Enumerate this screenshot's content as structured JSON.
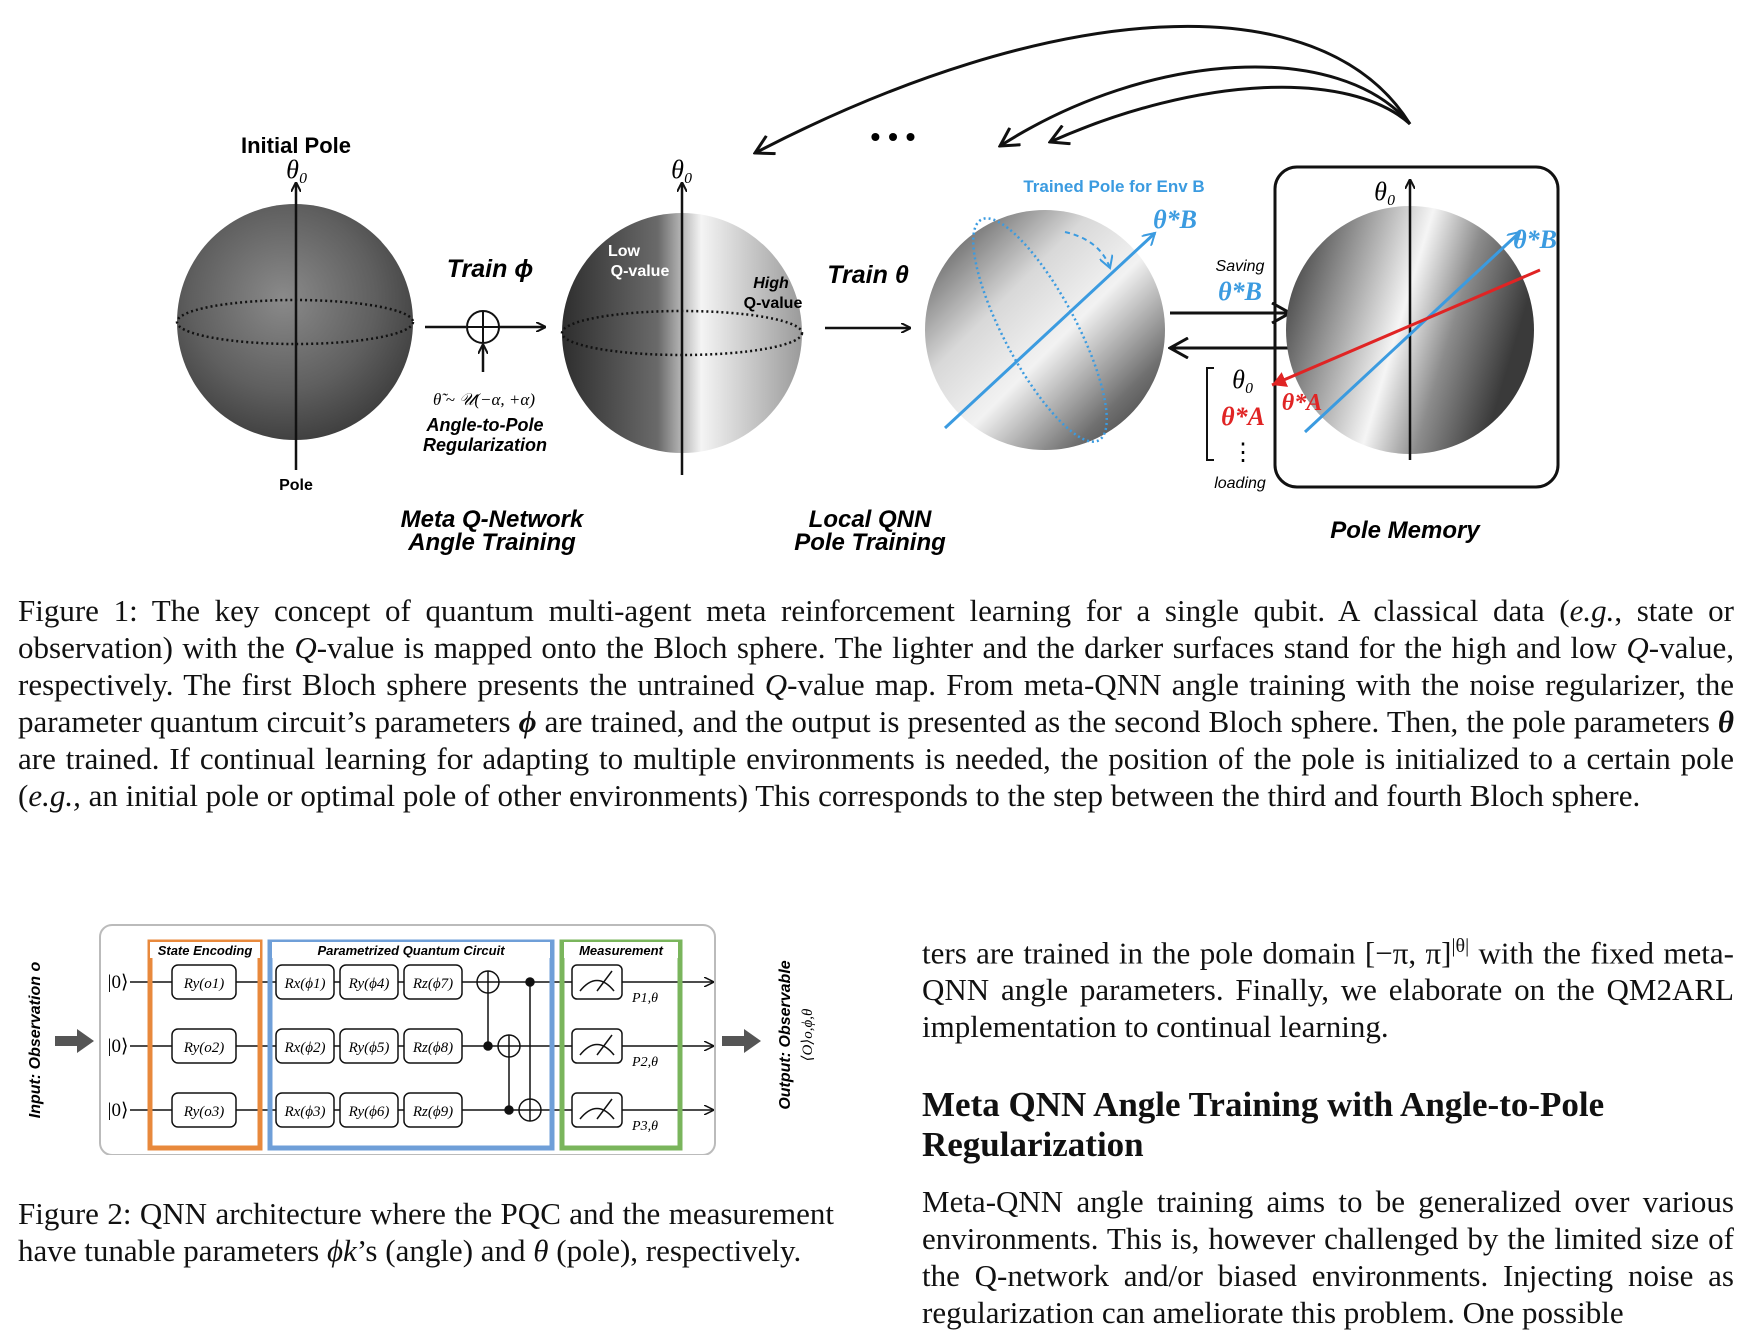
{
  "figure1": {
    "initial_pole": "Initial Pole",
    "theta0": "θ₀",
    "pole": "Pole",
    "train_phi": "Train ϕ",
    "noise_dist": "θ̃ ~ 𝒰(−α, +α)",
    "angle_to_pole_1": "Angle-to-Pole",
    "angle_to_pole_2": "Regularization",
    "low_q_1": "Low",
    "low_q_2": "Q-value",
    "high_q_1": "High",
    "high_q_2": "Q-value",
    "train_theta": "Train θ",
    "trained_pole_env_b": "Trained Pole for Env B",
    "theta_b_star": "θ*B",
    "saving": "Saving",
    "theta_a_star": "θ*A",
    "loading": "loading",
    "vdots": "⋮",
    "ellipsis": "• • •",
    "label_meta_1": "Meta Q-Network",
    "label_meta_2": "Angle Training",
    "label_local_1": "Local QNN",
    "label_local_2": "Pole Training",
    "label_memory": "Pole Memory",
    "colors": {
      "blue": "#3b9be0",
      "red": "#e02424",
      "black": "#111111"
    }
  },
  "caption1": {
    "prefix": "Figure 1: The key concept of quantum multi-agent meta reinforcement learning for a single qubit. A classical data (",
    "eg1": "e.g.",
    "part2": ", state or observation) with the ",
    "q1": "Q",
    "part3": "-value is mapped onto the Bloch sphere. The lighter and the darker surfaces stand for the high and low ",
    "q2": "Q",
    "part4": "-value, respectively. The first Bloch sphere presents the untrained ",
    "q3": "Q",
    "part5": "-value map. From meta-QNN angle training with the noise regularizer, the parameter quantum circuit’s parameters ",
    "phi": "ϕ",
    "part6": " are trained, and the output is presented as the second Bloch sphere. Then, the pole parameters ",
    "theta": "θ",
    "part7": " are trained. If continual learning for adapting to multiple environments is needed, the position of the pole is initialized to a certain pole (",
    "eg2": "e.g.,",
    "part8": " an initial pole or optimal pole of other environments) This corresponds to the step between the third and fourth Bloch sphere."
  },
  "figure2": {
    "input_label": "Input: Observation o",
    "output_label_1": "Output: Observable",
    "output_label_2": "⟨O⟩o,ϕ,θ",
    "state_encoding": "State Encoding",
    "pqc": "Parametrized Quantum Circuit",
    "measurement": "Measurement",
    "ket": "|0⟩",
    "ry_gates": [
      "Ry(o1)",
      "Ry(o2)",
      "Ry(o3)"
    ],
    "pqc_gates": [
      [
        "Rx(ϕ1)",
        "Ry(ϕ4)",
        "Rz(ϕ7)"
      ],
      [
        "Rx(ϕ2)",
        "Ry(ϕ5)",
        "Rz(ϕ8)"
      ],
      [
        "Rx(ϕ3)",
        "Ry(ϕ6)",
        "Rz(ϕ9)"
      ]
    ],
    "meas_labels": [
      "P1,θ",
      "P2,θ",
      "P3,θ"
    ],
    "colors": {
      "orange": "#e8893c",
      "blue": "#6f9fd8",
      "green": "#7ab55c"
    }
  },
  "caption2": {
    "prefix": "Figure 2: QNN architecture where the PQC and the measurement have tunable parameters ",
    "phik": "ϕk",
    "part2": "’s (angle) and ",
    "theta": "θ",
    "part3": " (pole), respectively."
  },
  "right_column": {
    "para1_a": "ters are trained in the pole domain [−π, π]",
    "para1_sup": "|θ|",
    "para1_b": " with the fixed meta-QNN angle parameters. Finally, we elaborate on the QM2ARL implementation to continual learning.",
    "section_title": "Meta QNN Angle Training with Angle-to-Pole Regularization",
    "para2": "Meta-QNN angle training aims to be generalized over various environments. This is, however challenged by the limited size of the Q-network and/or biased environments. Injecting noise as regularization can ameliorate this problem. One possible"
  }
}
